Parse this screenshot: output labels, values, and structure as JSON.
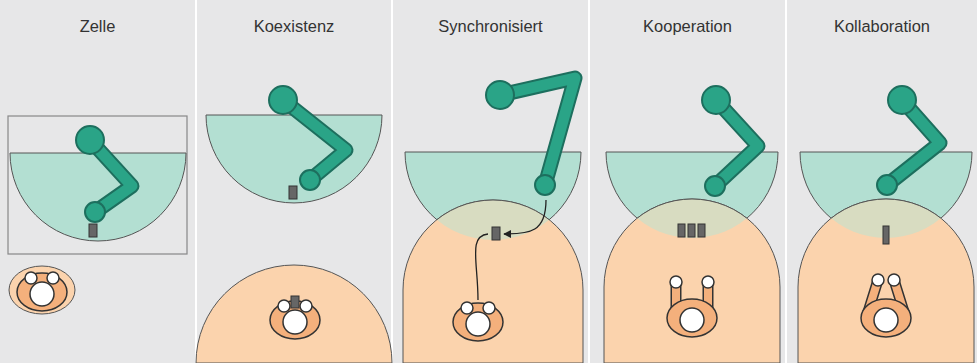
{
  "diagram": {
    "nodes": [
      {
        "text": [
          "Zelle"
        ]
      },
      {
        "text": [
          "Koexistenz"
        ]
      },
      {
        "text": [
          "Synchronisiert"
        ]
      },
      {
        "text": [
          "Kooperation"
        ]
      },
      {
        "text": [
          "Kollaboration"
        ]
      }
    ]
  }
}
